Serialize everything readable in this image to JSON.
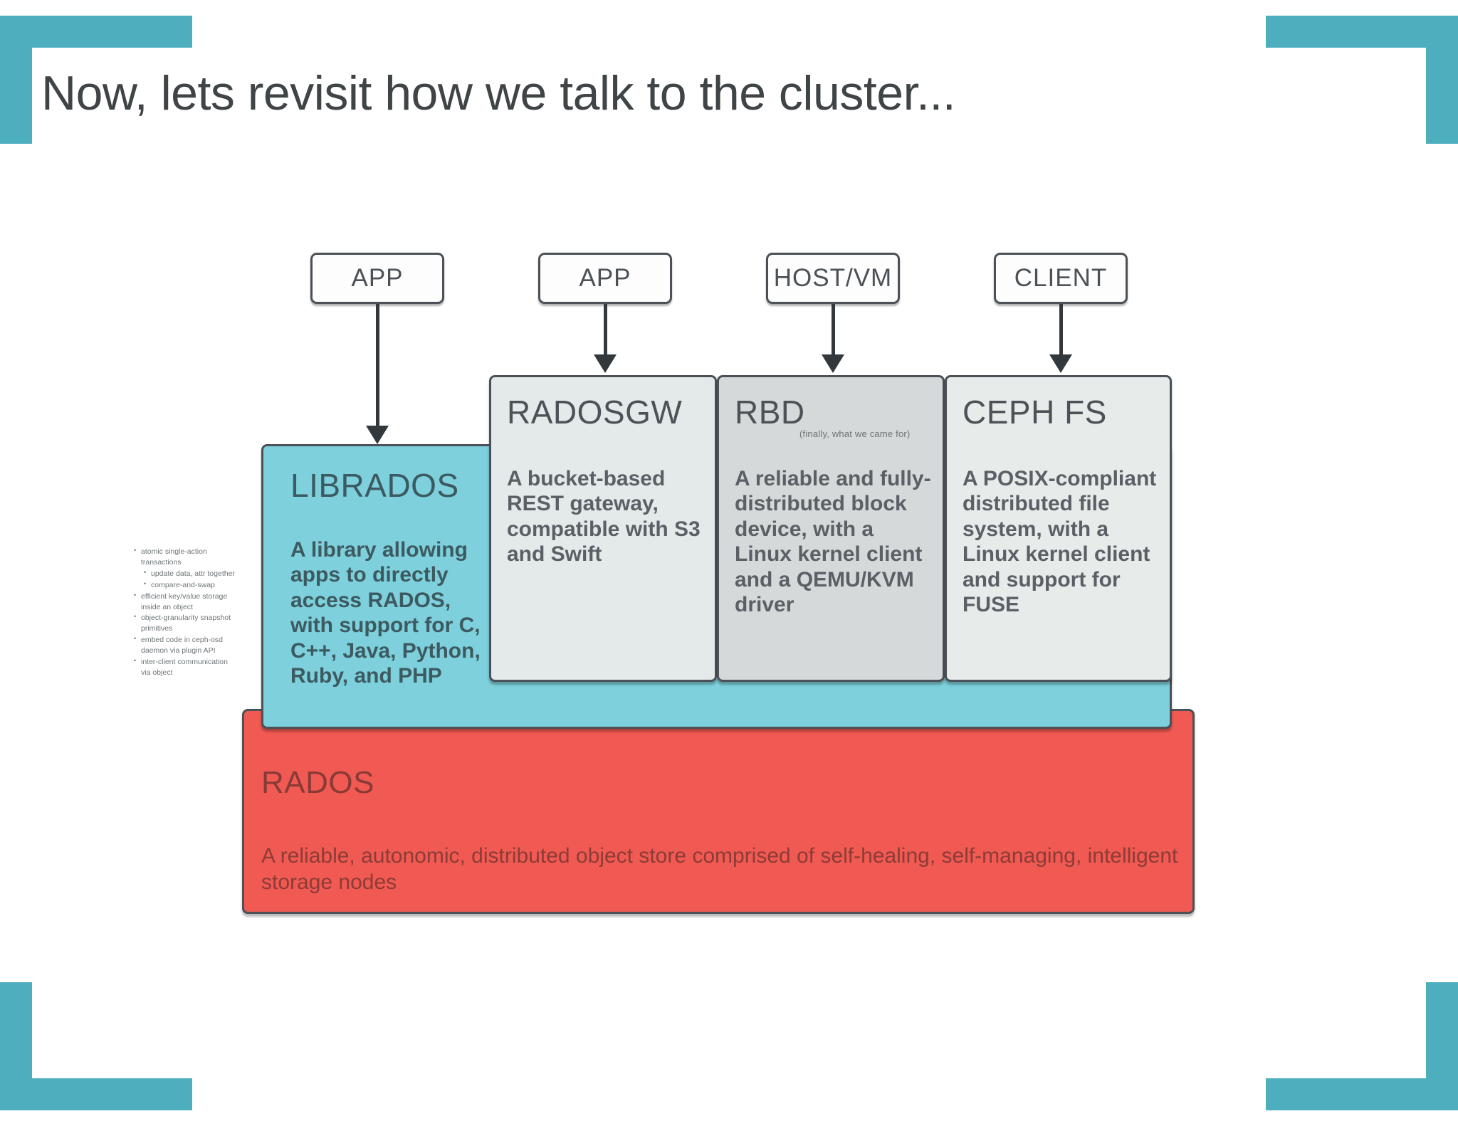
{
  "slide": {
    "title": "Now, lets revisit how we talk to the cluster...",
    "accent_teal": "#4daebe",
    "accent_red": "#f05a52",
    "accent_cyan": "#7dd0dc"
  },
  "clients": [
    {
      "label": "APP"
    },
    {
      "label": "APP"
    },
    {
      "label": "HOST/VM"
    },
    {
      "label": "CLIENT"
    }
  ],
  "stack": {
    "librados": {
      "title": "LIBRADOS",
      "body": "A library allowing apps to directly access RADOS, with support for C, C++, Java, Python, Ruby, and PHP"
    },
    "radosgw": {
      "title": "RADOSGW",
      "body": "A bucket-based REST gateway, compatible with S3 and Swift"
    },
    "rbd": {
      "title": "RBD",
      "subtitle": "(finally, what we came for)",
      "body": "A reliable and fully-distributed block device, with a Linux kernel client and a QEMU/KVM driver"
    },
    "cephfs": {
      "title": "CEPH FS",
      "body": "A POSIX-compliant distributed file system, with a Linux kernel client and support for FUSE"
    },
    "rados": {
      "title": "RADOS",
      "body": "A reliable, autonomic, distributed object store comprised of self-healing, self-managing, intelligent storage nodes"
    }
  },
  "annotations": {
    "items": [
      {
        "text": "atomic single-action transactions",
        "children": [
          "update data, attr together",
          "compare-and-swap"
        ]
      },
      {
        "text": "efficient key/value storage inside an object",
        "children": []
      },
      {
        "text": "object-granularity snapshot primitives",
        "children": []
      },
      {
        "text": "embed code in ceph-osd daemon via plugin API",
        "children": []
      },
      {
        "text": "inter-client communication via object",
        "children": []
      }
    ]
  }
}
